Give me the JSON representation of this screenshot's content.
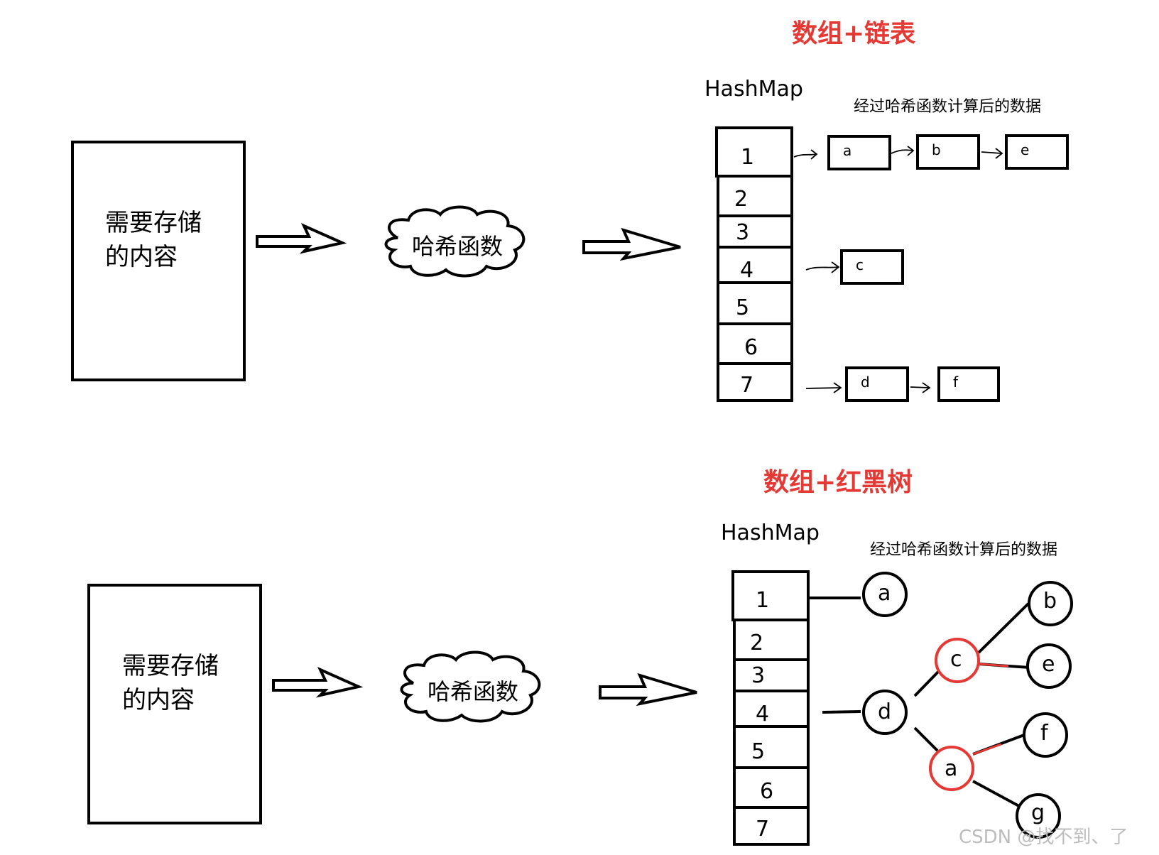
{
  "top": {
    "title": "数组+链表",
    "storage_line1": "需要存储",
    "storage_line2": "的内容",
    "cloud_label": "哈希函数",
    "hashmap_label": "HashMap",
    "result_label": "经过哈希函数计算后的数据",
    "slots": [
      "1",
      "2",
      "3",
      "4",
      "5",
      "6",
      "7"
    ],
    "chain_nodes": {
      "a": "a",
      "b": "b",
      "e": "e",
      "c": "c",
      "d": "d",
      "f": "f"
    }
  },
  "bottom": {
    "title": "数组+红黑树",
    "storage_line1": "需要存储",
    "storage_line2": "的内容",
    "cloud_label": "哈希函数",
    "hashmap_label": "HashMap",
    "result_label": "经过哈希函数计算后的数据",
    "slots": [
      "1",
      "2",
      "3",
      "4",
      "5",
      "6",
      "7"
    ],
    "tree_nodes": {
      "a_top": "a",
      "b": "b",
      "c": "c",
      "e": "e",
      "d": "d",
      "f": "f",
      "a_red": "a",
      "g": "g"
    }
  },
  "colors": {
    "title": "#e53935",
    "red_node": "#e53935",
    "ink": "#000000"
  },
  "watermark": "CSDN @找不到、了"
}
